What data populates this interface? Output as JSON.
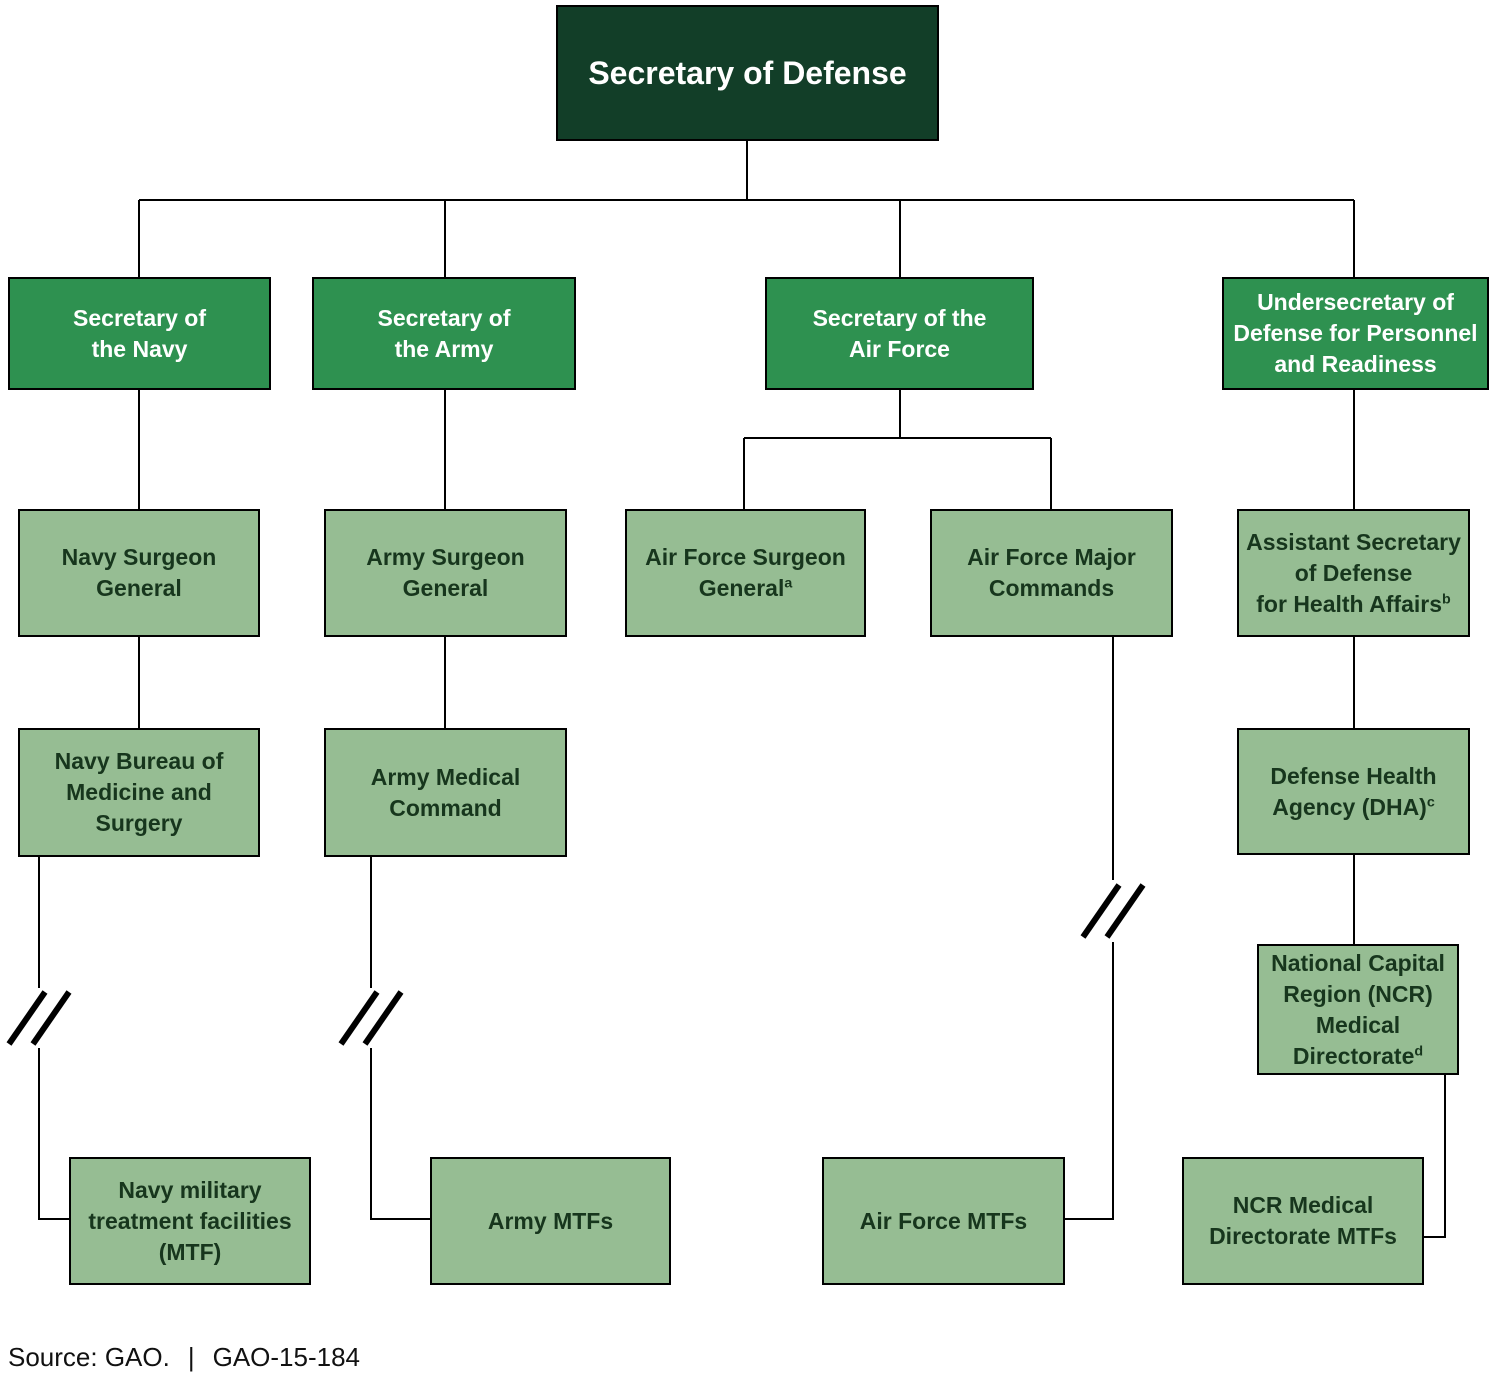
{
  "colors": {
    "dark_green": "#123e28",
    "medium_green": "#2e9150",
    "light_green": "#96bd93",
    "line_color": "#000000",
    "dark_text": "#17361d"
  },
  "nodes": {
    "secdef": {
      "lines": [
        "Secretary of Defense"
      ]
    },
    "navy_sec": {
      "lines": [
        "Secretary of",
        "the Navy"
      ]
    },
    "army_sec": {
      "lines": [
        "Secretary of",
        "the Army"
      ]
    },
    "af_sec": {
      "lines": [
        "Secretary of the",
        "Air Force"
      ]
    },
    "undersec": {
      "lines": [
        "Undersecretary of",
        "Defense for Personnel",
        "and Readiness"
      ]
    },
    "navy_sg": {
      "lines": [
        "Navy Surgeon",
        "General"
      ]
    },
    "army_sg": {
      "lines": [
        "Army Surgeon",
        "General"
      ]
    },
    "af_sg": {
      "lines": [
        "Air Force Surgeon",
        "General"
      ],
      "sup": "a"
    },
    "af_mc": {
      "lines": [
        "Air Force Major",
        "Commands"
      ]
    },
    "asd_ha": {
      "lines": [
        "Assistant Secretary",
        "of Defense",
        "for Health Affairs"
      ],
      "sup": "b"
    },
    "navy_bumed": {
      "lines": [
        "Navy Bureau of",
        "Medicine and",
        "Surgery"
      ]
    },
    "army_medcom": {
      "lines": [
        "Army Medical",
        "Command"
      ]
    },
    "dha": {
      "lines": [
        "Defense Health",
        "Agency (DHA)"
      ],
      "sup": "c"
    },
    "ncr_dir": {
      "lines": [
        "National Capital",
        "Region (NCR)",
        "Medical",
        "Directorate"
      ],
      "sup": "d"
    },
    "navy_mtf": {
      "lines": [
        "Navy military",
        "treatment facilities",
        "(MTF)"
      ]
    },
    "army_mtfs": {
      "lines": [
        "Army MTFs"
      ]
    },
    "af_mtfs": {
      "lines": [
        "Air Force MTFs"
      ]
    },
    "ncr_mtfs": {
      "lines": [
        "NCR Medical",
        "Directorate MTFs"
      ]
    }
  },
  "footer": {
    "source": "Source: GAO.",
    "divider": "|",
    "report": "GAO-15-184"
  }
}
